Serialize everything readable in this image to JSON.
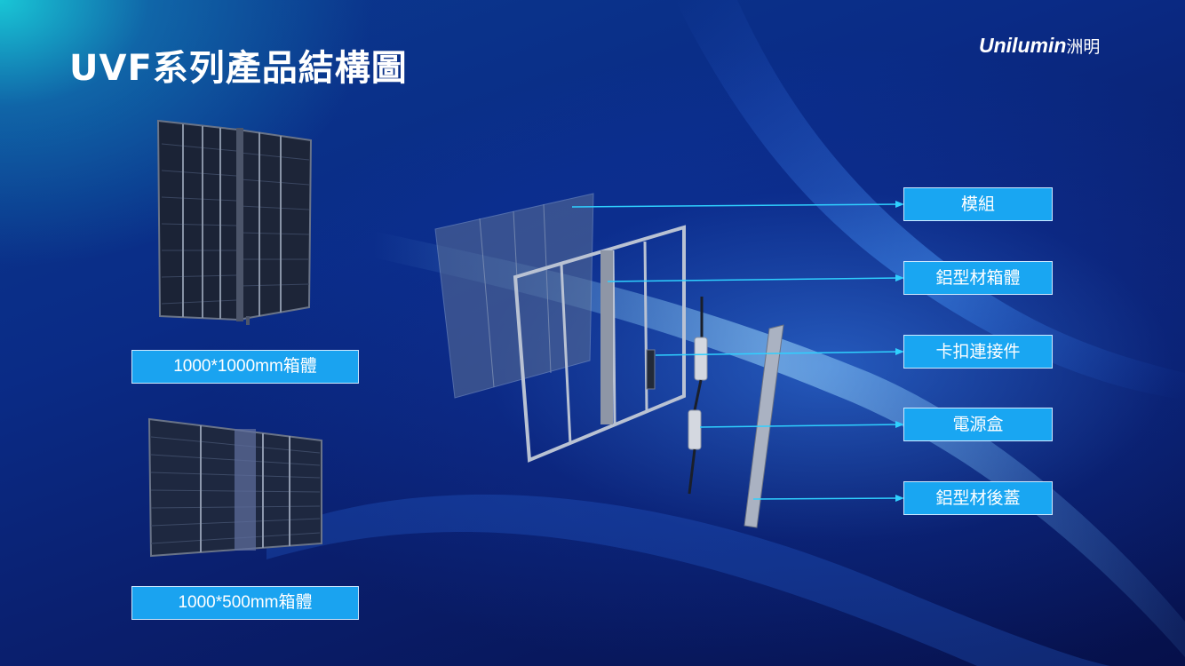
{
  "title": "UVF系列產品結構圖",
  "logo": {
    "latin": "Unilumin",
    "cjk": "洲明"
  },
  "cabinets": [
    {
      "caption": "1000*1000mm箱體"
    },
    {
      "caption": "1000*500mm箱體"
    }
  ],
  "parts": [
    {
      "label": "模組"
    },
    {
      "label": "鋁型材箱體"
    },
    {
      "label": "卡扣連接件"
    },
    {
      "label": "電源盒"
    },
    {
      "label": "鋁型材後蓋"
    }
  ],
  "colors": {
    "label_fill": "#19a6f2",
    "leader_line": "#2fd0ff",
    "title": "#ffffff"
  }
}
